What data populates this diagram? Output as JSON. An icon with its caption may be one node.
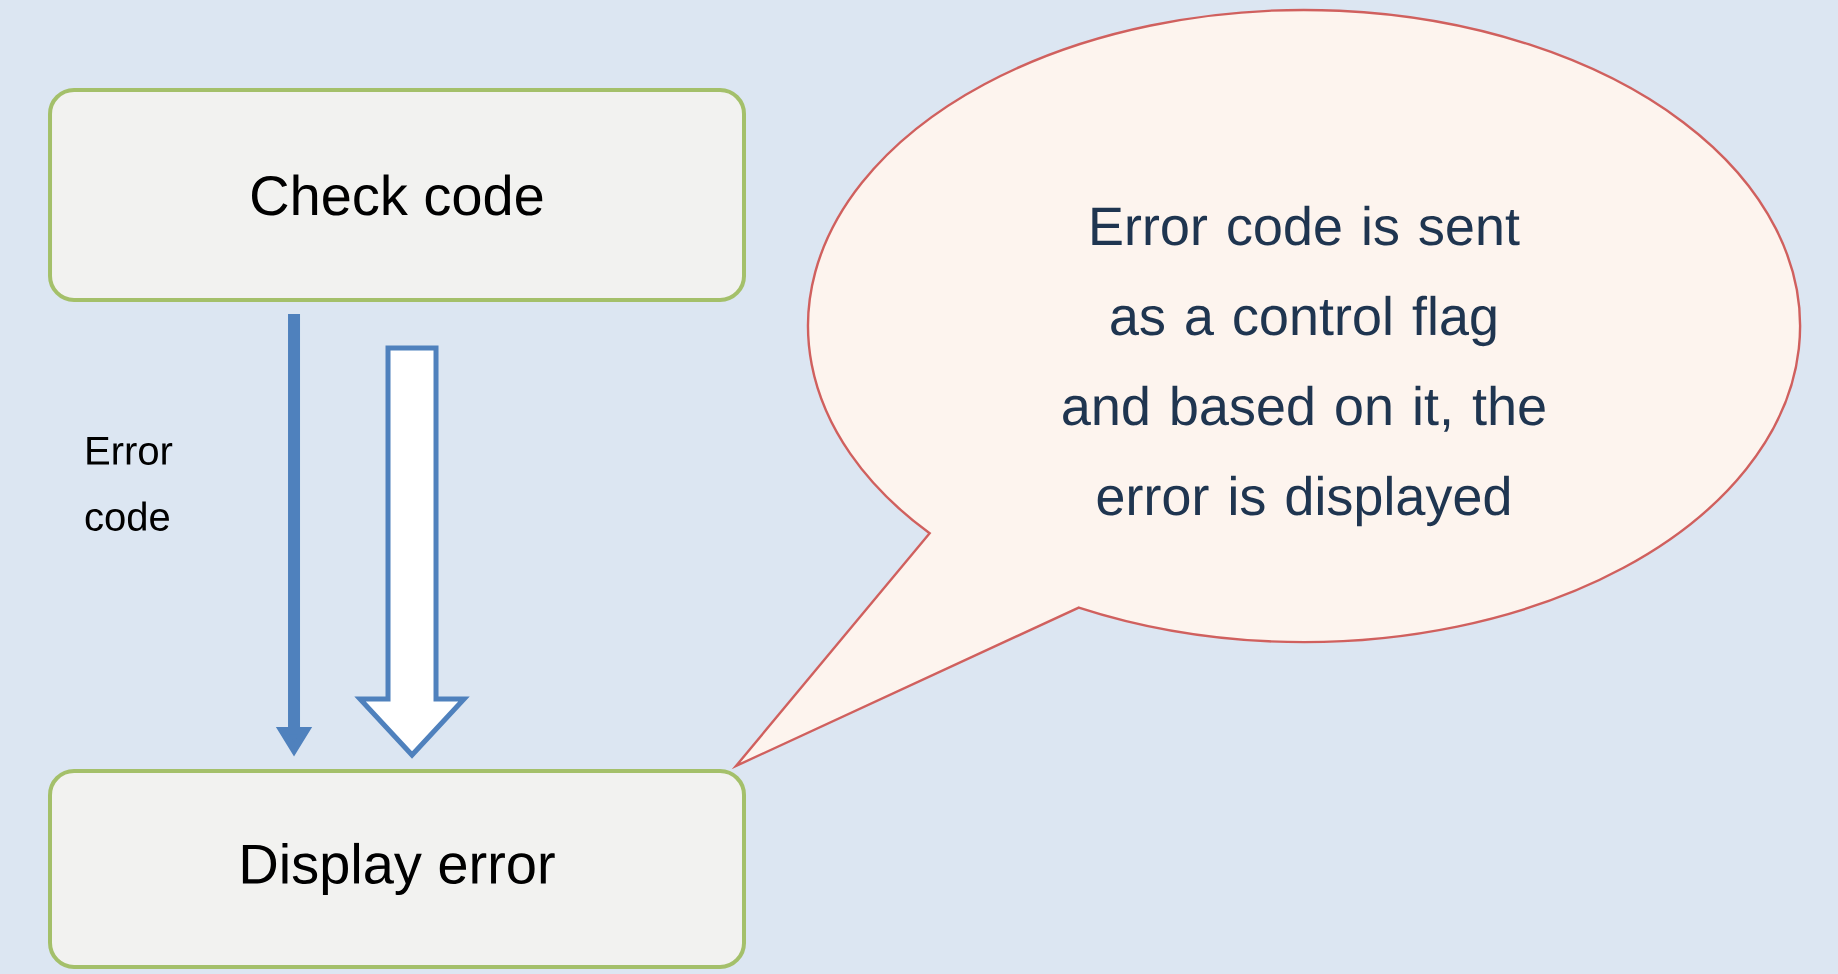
{
  "diagram": {
    "nodes": [
      {
        "text": [
          "Check code"
        ]
      },
      {
        "text": [
          "Display error"
        ]
      },
      {
        "text": [
          "Error code is sent as a control flag and based on it, the error is displayed"
        ]
      }
    ],
    "edges": [
      {
        "from": 0,
        "to": 1,
        "arrow": "to",
        "label": "Error code"
      },
      {
        "from": 0,
        "to": 1,
        "arrow": "to",
        "style": "thick"
      }
    ]
  }
}
